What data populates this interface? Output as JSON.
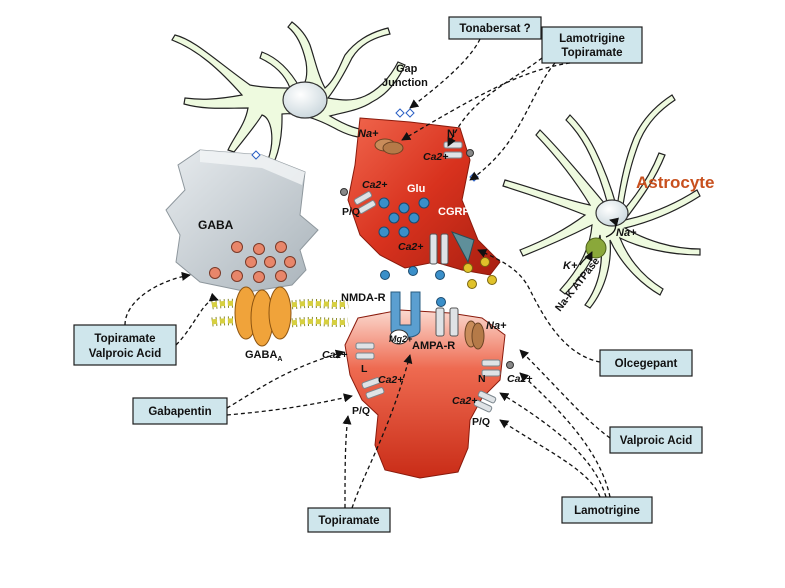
{
  "labels": {
    "gap_junction": [
      "Gap",
      "Junction"
    ],
    "na_pre": "Na+",
    "ca_pre_n": "Ca2+",
    "n_pre": "N",
    "ca_pre_pq": "Ca2+",
    "pq_pre": "P/Q",
    "glu": "Glu",
    "cgrp_r": "CGRP-R",
    "ca_cgrp": "Ca2+",
    "gaba": "GABA",
    "gaba_a": "GABA",
    "gaba_a_sub": "A",
    "nmda_r": "NMDA-R",
    "mg": "Mg2+",
    "ampa_r": "AMPA-R",
    "na_post": "Na+",
    "ca_post_l": "Ca2+",
    "l_post": "L",
    "ca_post_pq": "Ca2+",
    "pq_post": "P/Q",
    "n_post": "N",
    "ca_post_n": "Ca2+",
    "ca_post_pq2": "Ca2+",
    "pq_post2": "P/Q",
    "astrocyte": "Astrocyte",
    "na_astro": "Na+",
    "k_astro": "K+",
    "na_k_atpase": "Na-K ATPase"
  },
  "drug_boxes": {
    "tonabersat": "Tonabersat ?",
    "lamotrigine_topiramate": [
      "Lamotrigine",
      "Topiramate"
    ],
    "topiramate_valproic": [
      "Topiramate",
      "Valproic Acid"
    ],
    "gabapentin": "Gabapentin",
    "olcegepant": "Olcegepant",
    "valproic_acid": "Valproic Acid",
    "topiramate": "Topiramate",
    "lamotrigine": "Lamotrigine"
  },
  "colors": {
    "neuron_red": "#d8321e",
    "neuron_light": "#f7b8a8",
    "gaba_terminal": "#c7ced3",
    "astrocyte_fill": "#eefadf",
    "astrocyte_label": "#c8501e",
    "box_fill": "#cfe6ec",
    "vesicle_blue": "#3a8fc9",
    "vesicle_orange": "#e8866a",
    "vesicle_yellow": "#e0c22a",
    "gaba_receptor": "#f0a33a",
    "channel_grey": "#dfe3e6"
  }
}
